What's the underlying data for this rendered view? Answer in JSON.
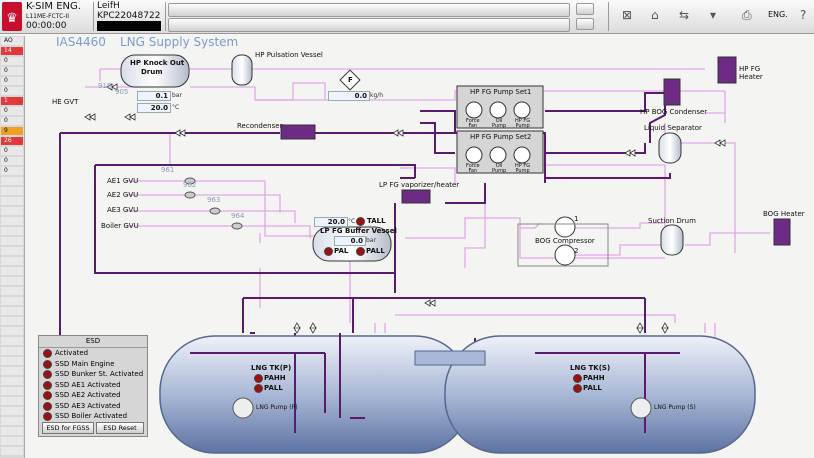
{
  "header": {
    "product": "K-SIM ENG.",
    "model": "L11ME-FCTC-II",
    "clock": "00:00:00",
    "user": "LeifH",
    "session": "KPC22048722",
    "language_label": "ENG."
  },
  "alarms": [
    "AO",
    "14",
    "0",
    "0",
    "0",
    "0",
    "1",
    "0",
    "0",
    "9",
    "26",
    "0",
    "0",
    "0"
  ],
  "diagram": {
    "system_id": "IAS4460",
    "system_name": "LNG Supply System",
    "hp_pulsation_vessel": "HP Pulsation Vessel",
    "hp_knock_out_drum_line1": "HP Knock Out",
    "hp_knock_out_drum_line2": "Drum",
    "ko_pressure": "0.1",
    "ko_pressure_unit": "bar",
    "ko_temp": "20.0",
    "ko_temp_unit": "°C",
    "valve_915": "915",
    "valve_905": "905",
    "he_gvt": "HE GVT",
    "flow_label": "F",
    "flow_value": "0.0",
    "flow_unit": "kg/h",
    "hp_fg_heater_line1": "HP FG",
    "hp_fg_heater_line2": "Heater",
    "pump_set1": "HP FG Pump Set1",
    "pump_set2": "HP FG Pump Set2",
    "force_fan": "Force\nFan",
    "oil_pump": "Oil\nPump",
    "hp_fg_pump": "HP FG\nPump",
    "recondenser": "Recondenser",
    "hp_bog_condenser": "HP BOG Condenser",
    "liquid_separator": "Liquid Separator",
    "ae1_gvu": "AE1 GVU",
    "ae2_gvu": "AE2 GVU",
    "ae3_gvu": "AE3 GVU",
    "boiler_gvu": "Boiler GVU",
    "v961": "961",
    "v962": "962",
    "v963": "963",
    "v964": "964",
    "lp_vaporizer": "LP FG vaporizer/heater",
    "buffer_temp": "20.0",
    "buffer_temp_unit": "°C",
    "tall": "TALL",
    "lp_buffer_vessel": "LP FG Buffer Vessel",
    "buffer_pressure": "0.0",
    "buffer_pressure_unit": "bar",
    "pal": "PAL",
    "pall": "PALL",
    "bog_compressor": "BOG Compressor",
    "comp1": "1",
    "comp2": "2",
    "suction_drum": "Suction Drum",
    "bog_heater": "BOG Heater",
    "tank_p": "LNG TK(P)",
    "tank_s": "LNG TK(S)",
    "pahh": "PAHH",
    "lng_pump_p": "LNG Pump (P)",
    "lng_pump_s": "LNG Pump (S)"
  },
  "esd": {
    "title": "ESD",
    "items": [
      "Activated",
      "SSD Main Engine",
      "SSD Bunker St. Activated",
      "SSD AE1 Activated",
      "SSD AE2 Activated",
      "SSD AE3 Activated",
      "SSD Boiler Activated"
    ],
    "btn_fgss": "ESD for FGSS",
    "btn_reset": "ESD Reset"
  },
  "colors": {
    "pipe_purple": "#5a1a6e",
    "pipe_pink": "#e2a7e8",
    "alarm_red": "#e23a3a",
    "alarm_orange": "#f0a020",
    "led_red": "#9b1010",
    "title_blue": "#7a9ccc"
  }
}
